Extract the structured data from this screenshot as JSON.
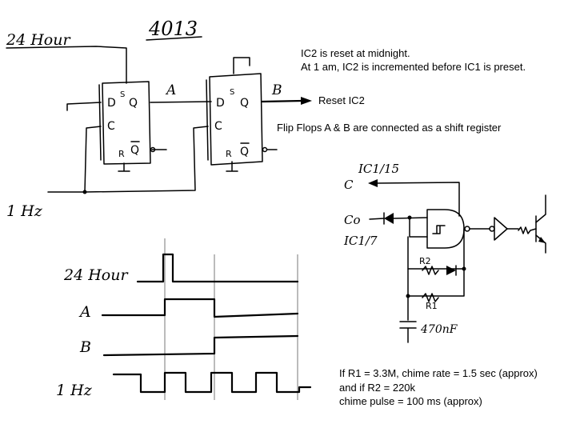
{
  "title": "4013",
  "flipflop_circuit": {
    "input_24h": "24 Hour",
    "input_1hz": "1 Hz",
    "node_a": "A",
    "node_b": "B",
    "pin_d": "D",
    "pin_s": "S",
    "pin_q": "Q",
    "pin_c": "C",
    "pin_r": "R",
    "pin_qbar": "Q"
  },
  "notes": {
    "reset_note_line1": "IC2 is reset at midnight.",
    "reset_note_line2": "At 1 am, IC2 is incremented before IC1 is preset.",
    "reset_ic2": "Reset IC2",
    "shift_register": "Flip Flops A & B are connected as a shift register",
    "chime_line1": "If R1 = 3.3M, chime rate = 1.5 sec (approx)",
    "chime_line2": "and if R2 = 220k",
    "chime_line3": "chime pulse = 100 ms (approx)"
  },
  "oscillator_circuit": {
    "ic1_15": "IC1/15",
    "c_label": "C",
    "co_label": "Co",
    "ic1_7": "IC1/7",
    "r2": "R2",
    "r1": "R1",
    "cap": "470nF"
  },
  "timing": {
    "label_24h": "24 Hour",
    "label_a": "A",
    "label_b": "B",
    "label_1hz": "1 Hz"
  }
}
